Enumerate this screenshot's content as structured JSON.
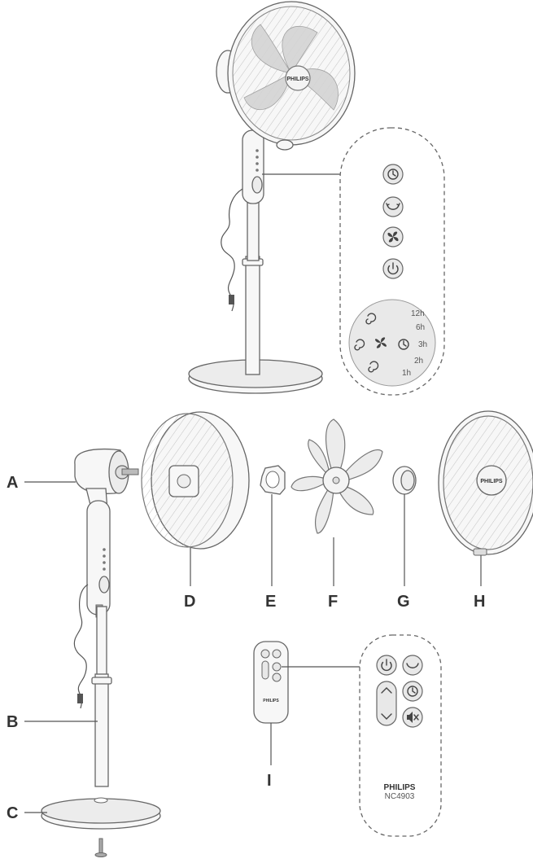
{
  "part_labels": {
    "A": "A",
    "B": "B",
    "C": "C",
    "D": "D",
    "E": "E",
    "F": "F",
    "G": "G",
    "H": "H",
    "I": "I"
  },
  "brand": {
    "fan_logo": "PHILIPS",
    "grill_logo": "PHILIPS",
    "remote_logo": "PHILIPS",
    "remote_small_logo": "PHILIPS",
    "remote_model": "NC4903"
  },
  "control_panel": {
    "buttons": [
      "timer-icon",
      "oscillation-icon",
      "fan-speed-icon",
      "power-icon"
    ]
  },
  "indicator_panel": {
    "timer_labels": [
      "12h",
      "6h",
      "3h",
      "2h",
      "1h"
    ],
    "mode_icons": [
      "natural-wind-icon",
      "sleep-wind-icon",
      "normal-wind-icon"
    ]
  },
  "remote_panel": {
    "buttons": [
      "power-icon",
      "oscillation-icon",
      "speed-up-icon",
      "timer-icon",
      "speed-down-icon",
      "mute-icon"
    ]
  }
}
